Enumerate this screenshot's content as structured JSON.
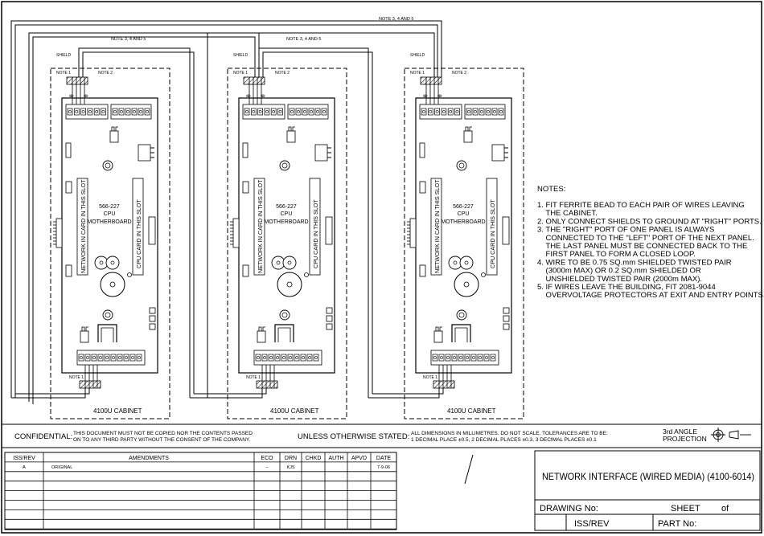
{
  "notes_heading": "NOTES:",
  "notes": [
    "1. FIT FERRITE BEAD TO EACH PAIR OF WIRES LEAVING",
    "    THE CABINET.",
    "2. ONLY CONNECT SHIELDS TO GROUND AT \"RIGHT\" PORTS.",
    "3. THE \"RIGHT\" PORT OF ONE PANEL IS ALWAYS",
    "    CONNECTED TO THE \"LEFT\" PORT OF THE NEXT PANEL.",
    "    THE LAST PANEL MUST BE CONNECTED BACK TO THE",
    "    FIRST PANEL TO FORM A CLOSED LOOP.",
    "4. WIRE TO BE 0.75 SQ.mm SHIELDED TWISTED PAIR",
    "    (3000m MAX) OR 0.2 SQ.mm SHIELDED OR",
    "    UNSHIELDED TWISTED PAIR (2000m MAX).",
    "5. IF WIRES LEAVE THE BUILDING, FIT 2081-9044",
    "    OVERVOLTAGE PROTECTORS AT EXIT AND ENTRY POINTS."
  ],
  "wire_labels": {
    "outer": "NOTE 3, 4 AND 5",
    "inner": "NOTE 3, 4 AND 5"
  },
  "panel": {
    "shield": "SHIELD",
    "note1": "NOTE 1",
    "note2": "NOTE 2",
    "board_part": "566-227",
    "board_line2": "CPU",
    "board_line3": "MOTHERBOARD",
    "slot_left": "NETWORK IN CARD IN THIS SLOT",
    "slot_right": "CPU CARD IN THIS SLOT",
    "cabinet": "4100U CABINET"
  },
  "footer": {
    "confidential_label": "CONFIDENTIAL:",
    "confidential_text": [
      "THIS DOCUMENT MUST NOT BE COPIED NOR THE CONTENTS PASSED",
      "ON TO ANY THIRD PARTY WITHOUT THE CONSENT OF THE COMPANY."
    ],
    "unless_label": "UNLESS OTHERWISE STATED:",
    "unless_text": [
      "ALL DIMENSIONS IN MILLIMETRES. DO NOT SCALE. TOLERANCES ARE TO BE:",
      "1 DECIMAL PLACE ±0.5, 2 DECIMAL PLACES ±0.3, 3 DECIMAL PLACES ±0.1"
    ],
    "projection": [
      "3rd ANGLE",
      "PROJECTION"
    ]
  },
  "amendments": {
    "headers": [
      "ISS/REV",
      "AMENDMENTS",
      "ECO",
      "DRN",
      "CHKD",
      "AUTH",
      "APVD",
      "DATE"
    ],
    "rows": [
      [
        "A",
        "ORIGINAL",
        "–",
        "KJS",
        "",
        "",
        "",
        "7-9-06"
      ]
    ]
  },
  "title_block": {
    "title": "NETWORK INTERFACE (WIRED MEDIA) (4100-6014)",
    "drawing_no": "DRAWING No:",
    "sheet": "SHEET",
    "of": "of",
    "iss_rev": "ISS/REV",
    "part_no": "PART No:"
  }
}
